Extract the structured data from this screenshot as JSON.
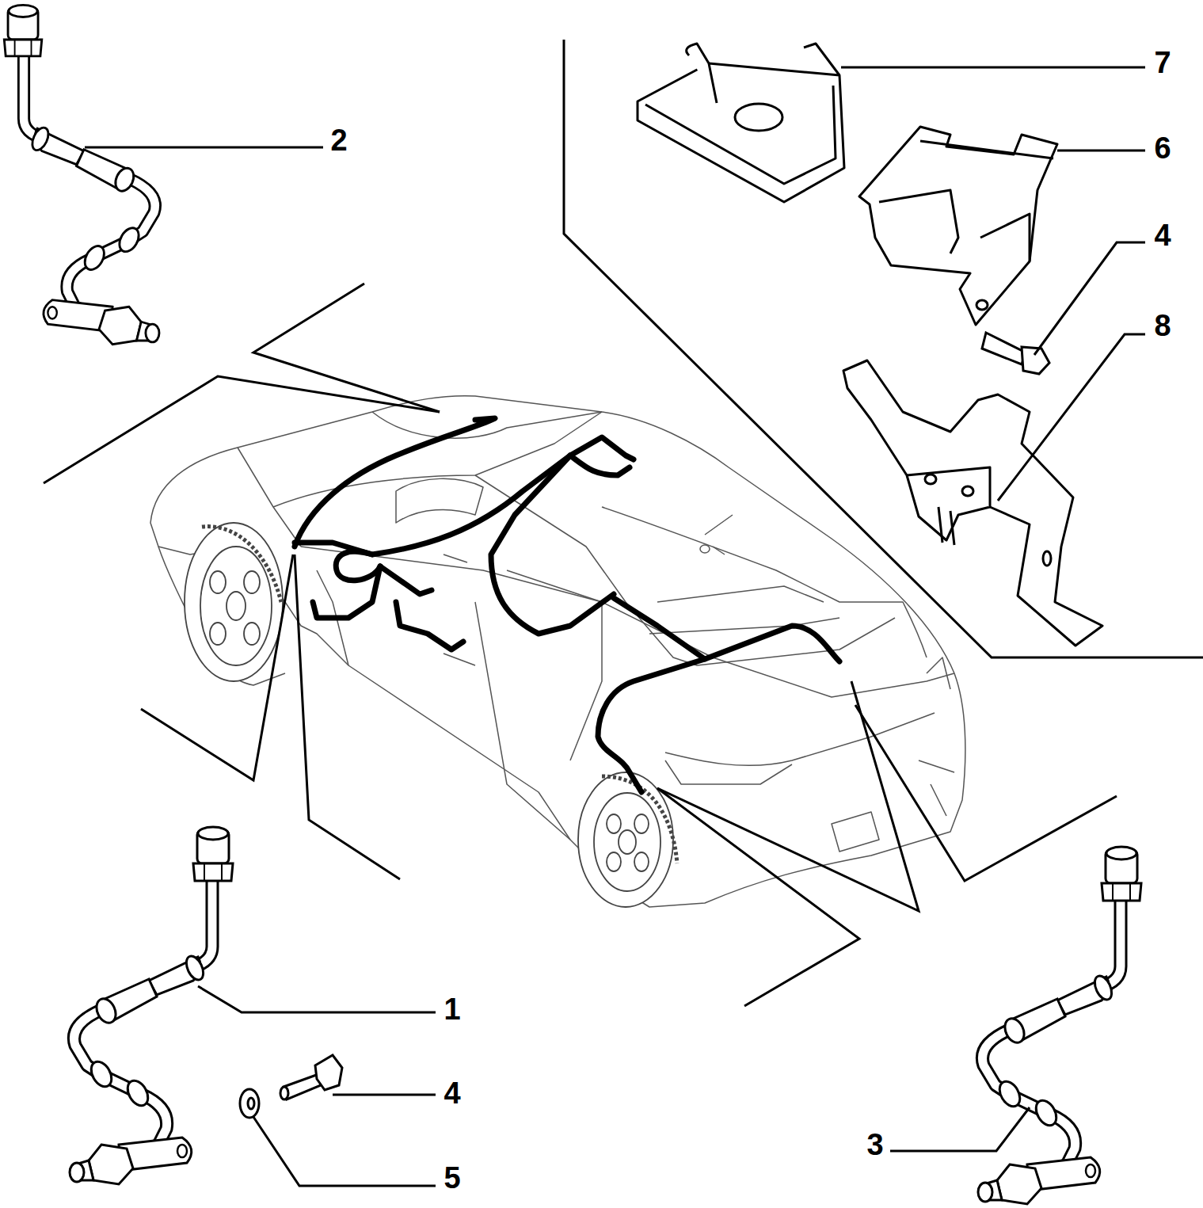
{
  "diagram": {
    "labels": [
      "7",
      "2",
      "6",
      "4",
      "8",
      "1",
      "3",
      "4",
      "5"
    ]
  }
}
